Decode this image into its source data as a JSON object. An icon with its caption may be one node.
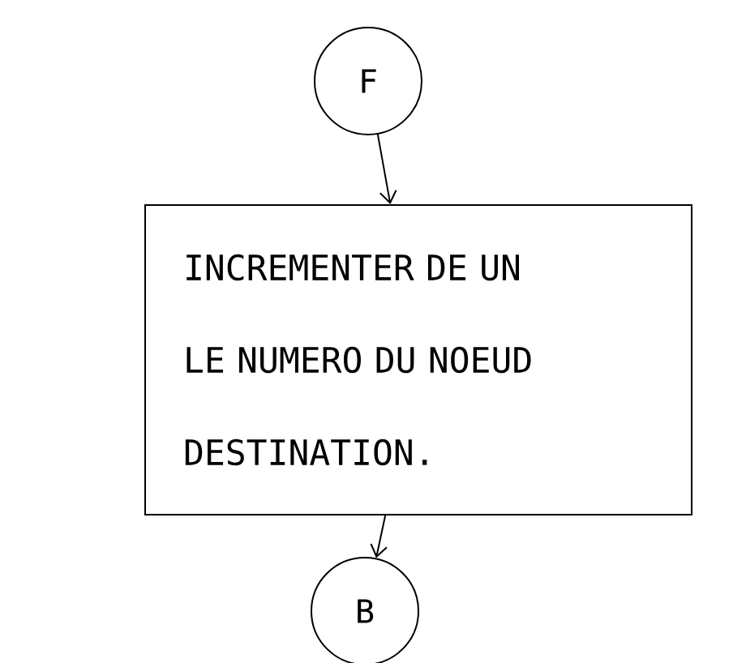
{
  "diagram": {
    "nodes": [
      {
        "text": [
          "F"
        ]
      },
      {
        "text": [
          "INCREMENTER DE UN LE NUMERO DU NOEUD DESTINATION."
        ]
      },
      {
        "text": [
          "B"
        ]
      }
    ],
    "edges": [
      {
        "from": 0,
        "to": 1,
        "arrow": "to"
      },
      {
        "from": 1,
        "to": 2,
        "arrow": "to"
      }
    ]
  }
}
